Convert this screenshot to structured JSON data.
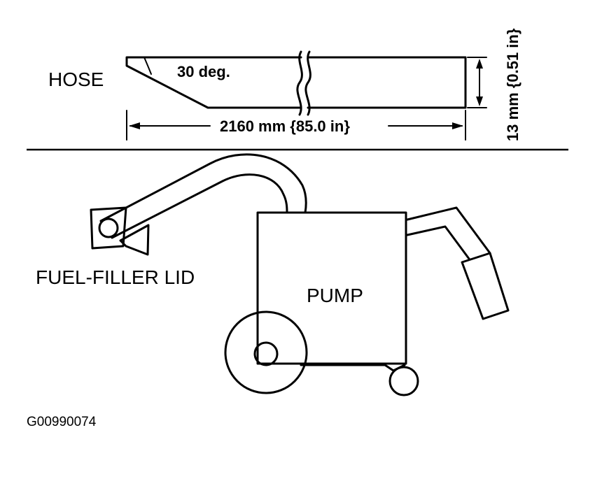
{
  "hose_section": {
    "hose_label": "HOSE",
    "angle_label": "30 deg.",
    "length_label": "2160 mm {85.0 in}",
    "diameter_label": "13 mm {0.51 in}"
  },
  "pump_section": {
    "fuel_filler_lid_label": "FUEL-FILLER LID",
    "pump_label": "PUMP"
  },
  "figure_id": "G00990074"
}
